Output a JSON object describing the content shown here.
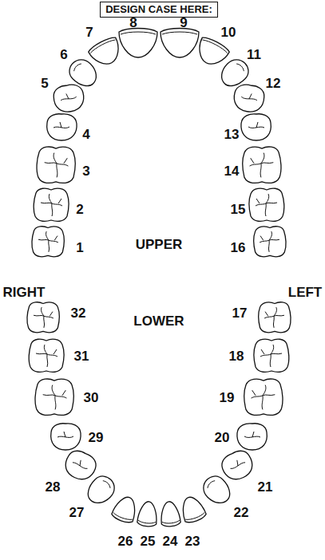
{
  "diagram": {
    "nodes": [
      {
        "text": [
          "DESIGN CASE HERE:"
        ]
      }
    ],
    "labels": [
      "1",
      "2",
      "3",
      "4",
      "5",
      "6",
      "7",
      "8",
      "9",
      "10",
      "11",
      "12",
      "13",
      "14",
      "15",
      "16",
      "17",
      "18",
      "19",
      "20",
      "21",
      "22",
      "23",
      "24",
      "25",
      "26",
      "27",
      "28",
      "29",
      "30",
      "31",
      "32",
      "UPPER",
      "RIGHT",
      "LEFT",
      "LOWER"
    ]
  }
}
